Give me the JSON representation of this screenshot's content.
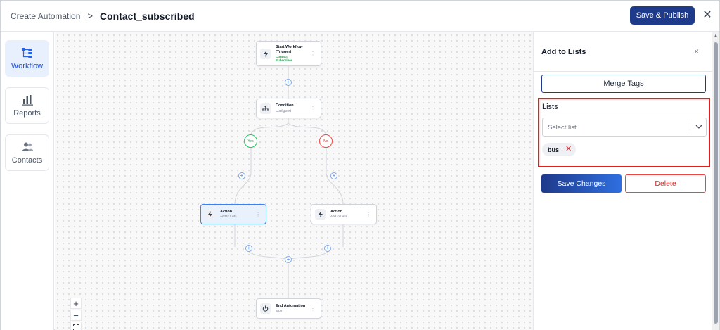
{
  "header": {
    "breadcrumb": "Create Automation",
    "separator": ">",
    "title": "Contact_subscribed",
    "publish_label": "Save & Publish",
    "close_glyph": "✕"
  },
  "nav": {
    "items": [
      {
        "label": "Workflow",
        "icon": "workflow-icon",
        "active": true
      },
      {
        "label": "Reports",
        "icon": "bar-chart-icon",
        "active": false
      },
      {
        "label": "Contacts",
        "icon": "users-icon",
        "active": false
      }
    ]
  },
  "canvas": {
    "nodes": {
      "trigger": {
        "title": "Start Workflow (Trigger)",
        "subtitle": "Contact Subscribes",
        "icon": "bolt-icon"
      },
      "condition": {
        "title": "Condition",
        "subtitle": "Configured",
        "icon": "hierarchy-icon"
      },
      "action_left": {
        "title": "Action",
        "subtitle": "Add to Lists",
        "icon": "bolt-icon",
        "selected": true
      },
      "action_right": {
        "title": "Action",
        "subtitle": "Add to Lists",
        "icon": "bolt-icon",
        "selected": false
      },
      "end": {
        "title": "End Automation",
        "subtitle": "Stop",
        "icon": "power-icon"
      }
    },
    "branches": {
      "yes": "Yes",
      "no": "No"
    },
    "plus_glyph": "+",
    "menu_glyph": "⋮",
    "zoom": {
      "in": "+",
      "out": "−"
    }
  },
  "panel": {
    "title": "Add to Lists",
    "close_glyph": "×",
    "merge_tags_label": "Merge Tags",
    "lists_label": "Lists",
    "select_placeholder": "Select list",
    "selected_tags": [
      "bus"
    ],
    "tag_remove_glyph": "✕",
    "save_label": "Save Changes",
    "delete_label": "Delete"
  },
  "colors": {
    "primary": "#1e3a8a",
    "accent": "#3b82f6",
    "danger": "#dc2626",
    "success": "#16a34a",
    "highlight_border": "#e11d1d"
  }
}
